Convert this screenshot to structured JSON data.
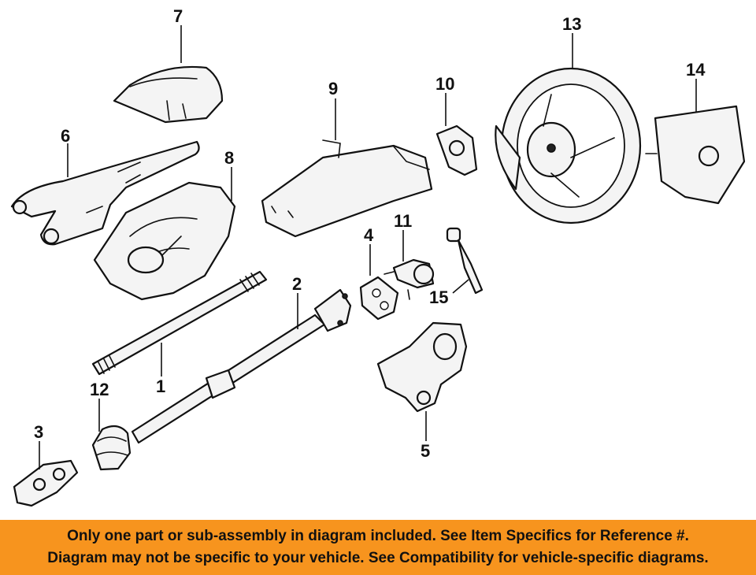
{
  "callouts": {
    "n1": "1",
    "n2": "2",
    "n3": "3",
    "n4": "4",
    "n5": "5",
    "n6": "6",
    "n7": "7",
    "n8": "8",
    "n9": "9",
    "n10": "10",
    "n11": "11",
    "n12": "12",
    "n13": "13",
    "n14": "14",
    "n15": "15"
  },
  "banner": {
    "line1": "Only one part or sub-assembly in diagram included. See Item Specifics for Reference #.",
    "line2": "Diagram may not be specific to your vehicle. See Compatibility for vehicle-specific diagrams."
  },
  "colors": {
    "banner_bg": "#f7941e",
    "line": "#111111"
  }
}
